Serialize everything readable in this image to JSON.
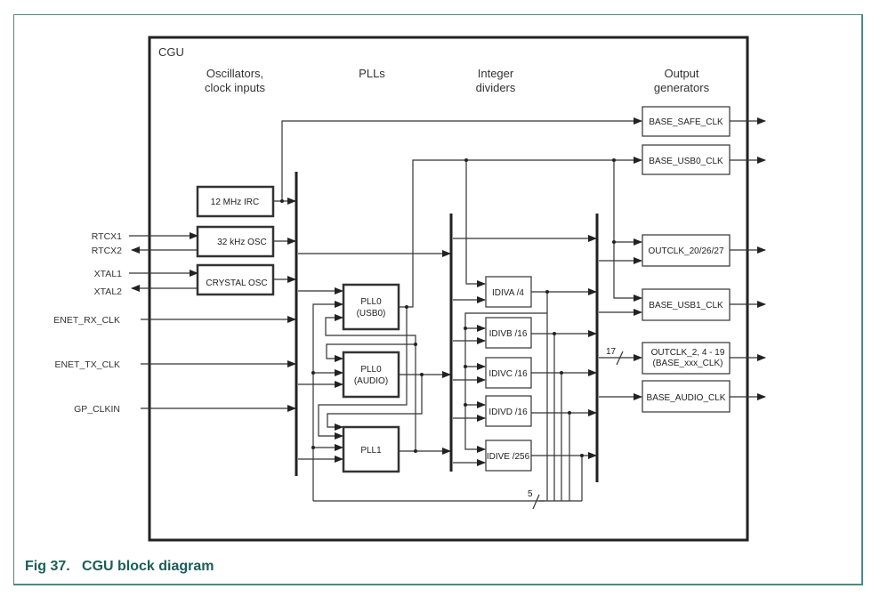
{
  "figure": {
    "caption_number": "Fig 37.",
    "caption_title": "CGU block diagram",
    "colors": {
      "frame": "#4d8a7e",
      "caption": "#1b5e58",
      "lines": "#222222"
    }
  },
  "diagram": {
    "block_title": "CGU",
    "column_headers": {
      "oscillators_line1": "Oscillators,",
      "oscillators_line2": "clock inputs",
      "plls": "PLLs",
      "dividers_line1": "Integer",
      "dividers_line2": "dividers",
      "outputs_line1": "Output",
      "outputs_line2": "generators"
    },
    "inputs": {
      "rtcx1": "RTCX1",
      "rtcx2": "RTCX2",
      "xtal1": "XTAL1",
      "xtal2": "XTAL2",
      "enet_rx": "ENET_RX_CLK",
      "enet_tx": "ENET_TX_CLK",
      "gp_clkin": "GP_CLKIN"
    },
    "oscillators": {
      "irc": "12 MHz IRC",
      "osc32k": "32 kHz OSC",
      "crystal": "CRYSTAL OSC"
    },
    "plls": {
      "pll0usb_l1": "PLL0",
      "pll0usb_l2": "(USB0)",
      "pll0audio_l1": "PLL0",
      "pll0audio_l2": "(AUDIO)",
      "pll1": "PLL1"
    },
    "dividers": {
      "idiva": "IDIVA /4",
      "idivb": "IDIVB /16",
      "idivc": "IDIVC /16",
      "idivd": "IDIVD /16",
      "idive": "IDIVE /256"
    },
    "outputs": {
      "base_safe": "BASE_SAFE_CLK",
      "base_usb0": "BASE_USB0_CLK",
      "outclk_20": "OUTCLK_20/26/27",
      "base_usb1": "BASE_USB1_CLK",
      "outclk_2_l1": "OUTCLK_2, 4 - 19",
      "outclk_2_l2": "(BASE_xxx_CLK)",
      "base_audio": "BASE_AUDIO_CLK"
    },
    "bus_widths": {
      "divider_feedback": "5",
      "outputs_bus": "17"
    }
  }
}
